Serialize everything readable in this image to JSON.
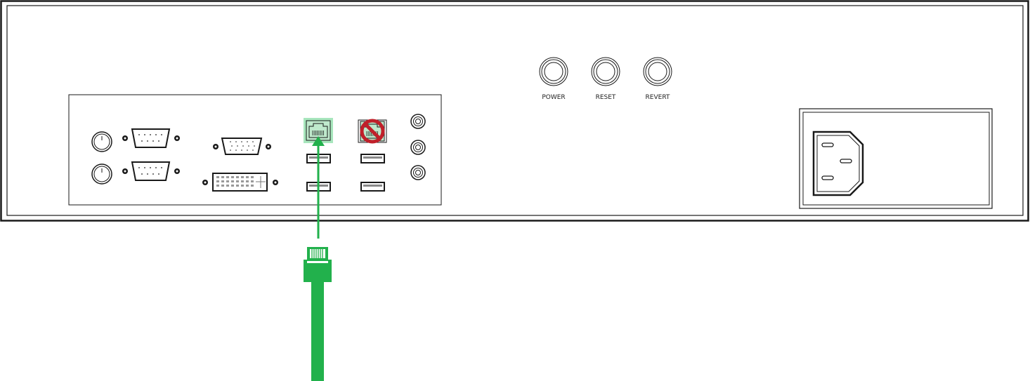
{
  "buttons": [
    {
      "label": "POWER"
    },
    {
      "label": "RESET"
    },
    {
      "label": "REVERT"
    }
  ],
  "ports": {
    "ps2": 2,
    "serial": 2,
    "vga": 1,
    "dvi": 1,
    "usb": 4,
    "audio": 3,
    "lan_target": {
      "state": "highlighted",
      "color": "#8fd9a8"
    },
    "lan_blocked": {
      "state": "do-not-use",
      "icon": "prohibited-icon",
      "color": "#c0202a"
    }
  },
  "cable": {
    "type": "ethernet-rj45",
    "color": "#22b14c",
    "icon": "arrow-up-icon"
  },
  "colors": {
    "line": "#1a1a1a",
    "accent": "#22b14c",
    "highlight": "#a8e6bd",
    "prohibited": "#c0202a"
  }
}
